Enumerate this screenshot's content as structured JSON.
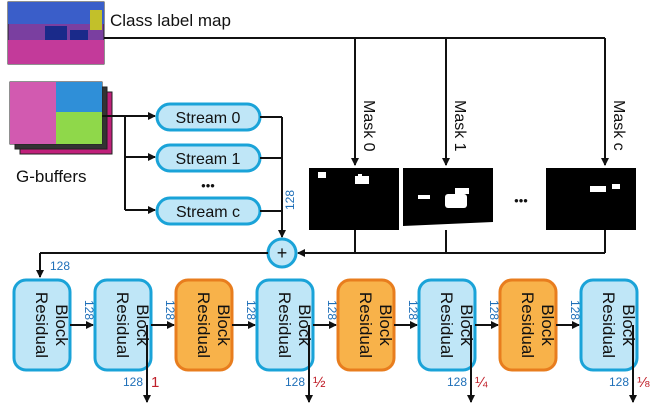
{
  "class_label_map": "Class label map",
  "gbuffers": "G-buffers",
  "streams": [
    "Stream 0",
    "Stream 1",
    "Stream c"
  ],
  "stream_ellipsis": "•••",
  "masks": [
    "Mask 0",
    "Mask 1",
    "Mask c"
  ],
  "mask_ellipsis": "•••",
  "plus": "+",
  "channels": "128",
  "blocks": [
    {
      "line1": "Residual",
      "line2": "Block",
      "kind": "residual"
    },
    {
      "line1": "Residual",
      "line2": "Block",
      "kind": "residual"
    },
    {
      "line1": "Residual",
      "line2": "Block",
      "kind": "downsample"
    },
    {
      "line1": "Residual",
      "line2": "Block",
      "kind": "residual"
    },
    {
      "line1": "Residual",
      "line2": "Block",
      "kind": "downsample"
    },
    {
      "line1": "Residual",
      "line2": "Block",
      "kind": "residual"
    },
    {
      "line1": "Residual",
      "line2": "Block",
      "kind": "downsample"
    },
    {
      "line1": "Residual",
      "line2": "Block",
      "kind": "residual"
    }
  ],
  "scales": [
    "1",
    "½",
    "¼",
    "⅛"
  ],
  "colors": {
    "blue_fill": "#bfe6f7",
    "blue_stroke": "#1aa3d8",
    "orange_fill": "#f8b24a",
    "orange_stroke": "#e87d1e",
    "label_blue": "#1e6fb8",
    "label_red": "#c0202a"
  }
}
